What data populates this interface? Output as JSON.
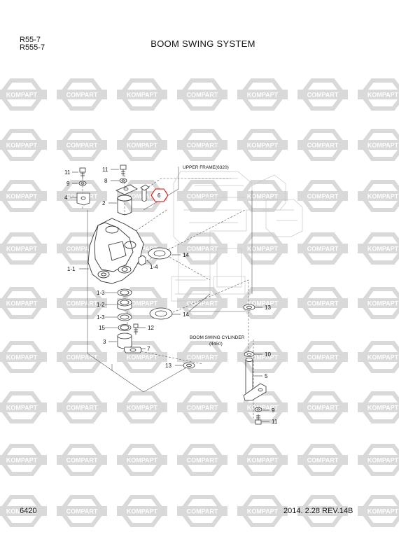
{
  "header": {
    "models": [
      "R55-7",
      "R555-7"
    ],
    "title": "BOOM SWING SYSTEM"
  },
  "watermark": {
    "brand_a": "KOMPAPT",
    "brand_b": "COMPART",
    "color": "#d9d9d9"
  },
  "frame_labels": {
    "upper_frame": "UPPER FRAME(6320)",
    "cylinder_line1": "BOOM SWING CYLINDER",
    "cylinder_line2": "(4450)"
  },
  "callouts": [
    {
      "id": "c11a",
      "text": "11"
    },
    {
      "id": "c11b",
      "text": "11"
    },
    {
      "id": "c9a",
      "text": "9"
    },
    {
      "id": "c8",
      "text": "8"
    },
    {
      "id": "c4",
      "text": "4"
    },
    {
      "id": "c2",
      "text": "2"
    },
    {
      "id": "c6",
      "text": "6"
    },
    {
      "id": "c14a",
      "text": "14"
    },
    {
      "id": "c11_",
      "text": "1-1"
    },
    {
      "id": "c14_",
      "text": "1-4"
    },
    {
      "id": "c13a_",
      "text": "1-3"
    },
    {
      "id": "c12_",
      "text": "1-2"
    },
    {
      "id": "c13b_",
      "text": "1-3"
    },
    {
      "id": "c13a",
      "text": "13"
    },
    {
      "id": "c14b",
      "text": "14"
    },
    {
      "id": "c15",
      "text": "15"
    },
    {
      "id": "c12",
      "text": "12"
    },
    {
      "id": "c3",
      "text": "3"
    },
    {
      "id": "c7",
      "text": "7"
    },
    {
      "id": "c10",
      "text": "10"
    },
    {
      "id": "c13b",
      "text": "13"
    },
    {
      "id": "c5",
      "text": "5"
    },
    {
      "id": "c9b",
      "text": "9"
    },
    {
      "id": "c11c",
      "text": "11"
    }
  ],
  "footer": {
    "page_number": "6420",
    "revision": "2014. 2.28  REV.14B"
  }
}
